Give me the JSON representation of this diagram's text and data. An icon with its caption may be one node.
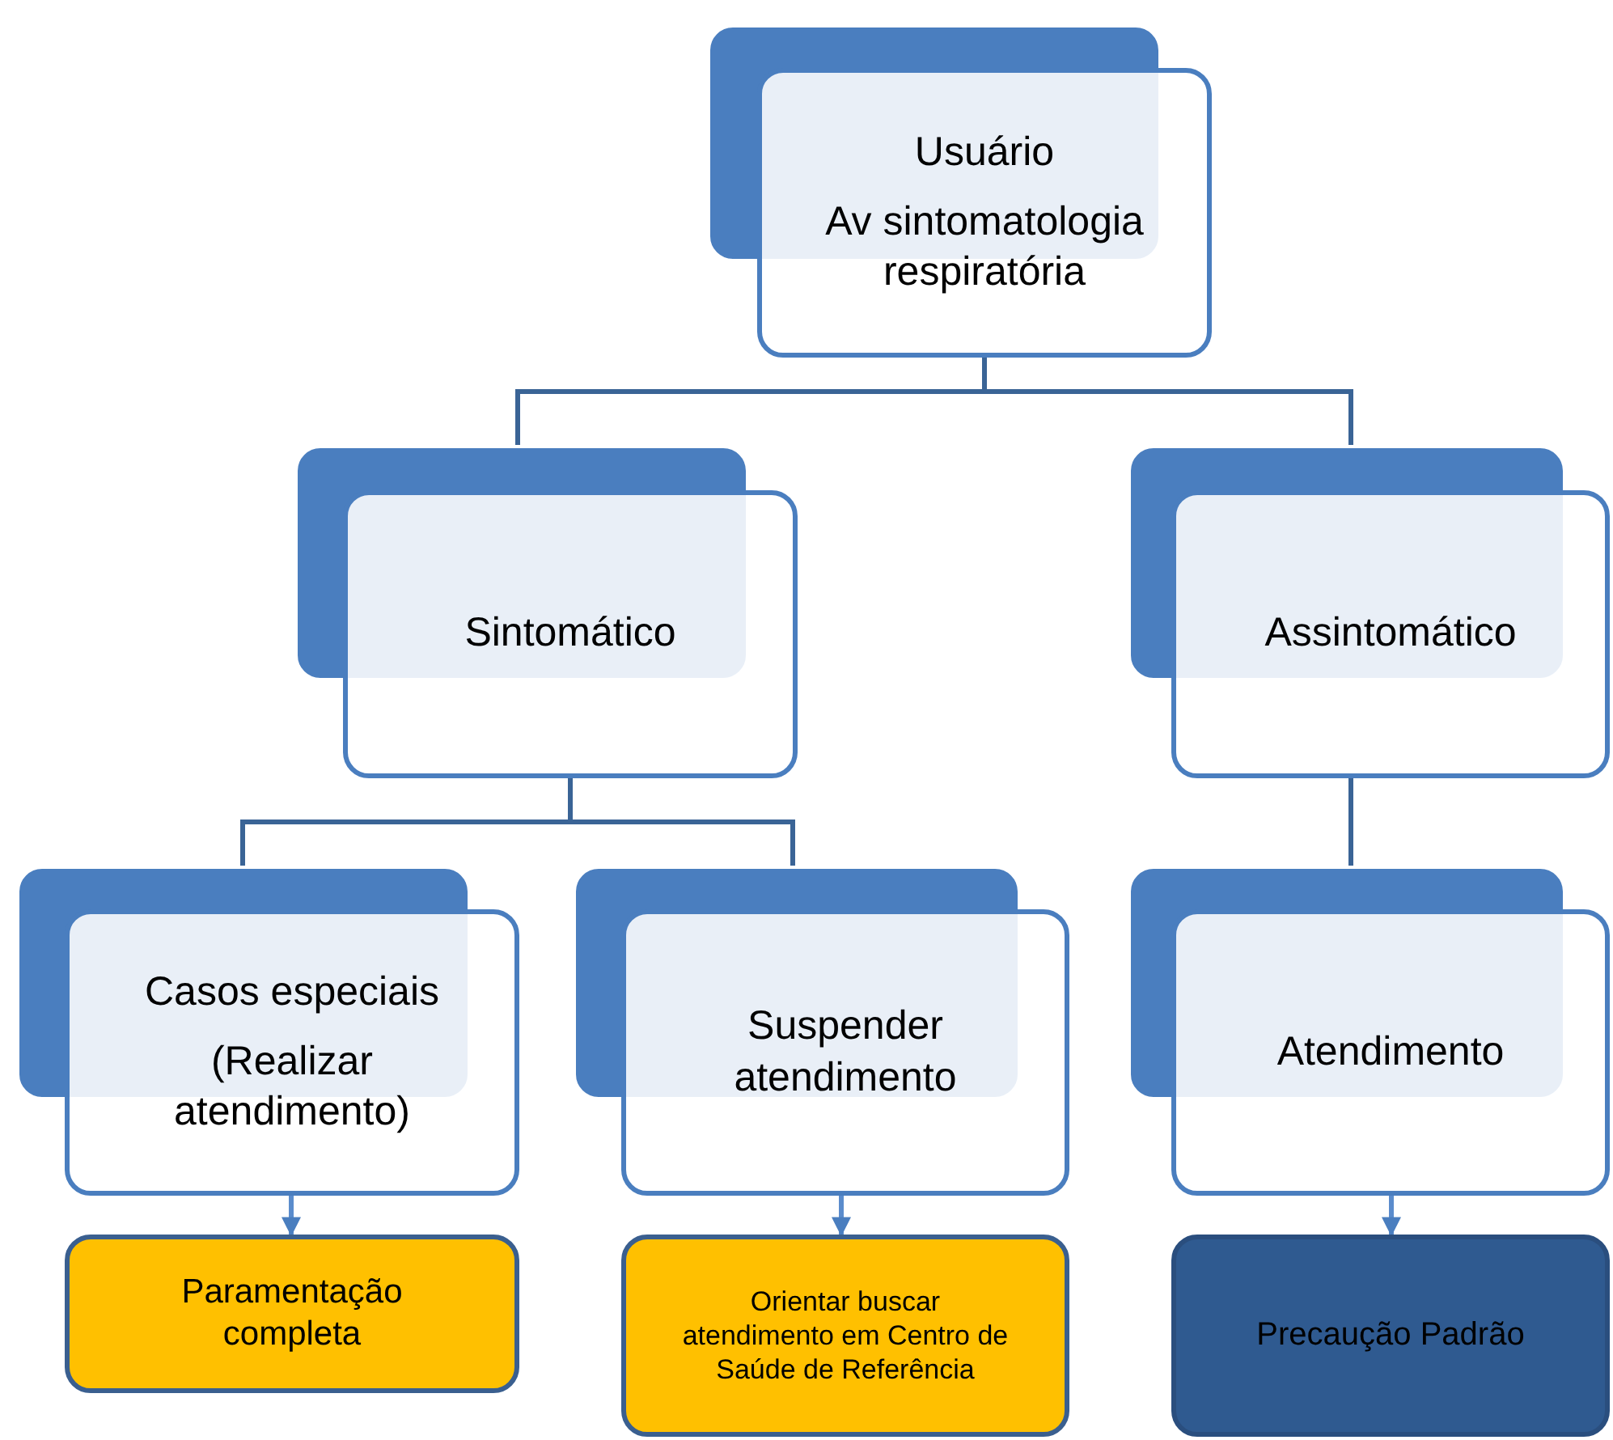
{
  "diagram": {
    "nodes": [
      {
        "text": [
          "Usuário",
          "Av sintomatologia respiratória"
        ]
      },
      {
        "text": [
          "Sintomático"
        ]
      },
      {
        "text": [
          "Assintomático"
        ]
      },
      {
        "text": [
          "Casos especiais",
          "(Realizar atendimento)"
        ]
      },
      {
        "text": [
          "Suspender atendimento"
        ]
      },
      {
        "text": [
          "Atendimento"
        ]
      },
      {
        "text": [
          "Paramentação completa"
        ]
      },
      {
        "text": [
          "Orientar buscar atendimento em Centro de Saúde de Referência"
        ]
      },
      {
        "text": [
          "Precaução Padrão"
        ]
      }
    ],
    "edges": [
      {
        "from": 0,
        "to": 1,
        "arrow": "none"
      },
      {
        "from": 0,
        "to": 2,
        "arrow": "none"
      },
      {
        "from": 1,
        "to": 3,
        "arrow": "none"
      },
      {
        "from": 1,
        "to": 4,
        "arrow": "none"
      },
      {
        "from": 2,
        "to": 5,
        "arrow": "none"
      },
      {
        "from": 3,
        "to": 6,
        "arrow": "to"
      },
      {
        "from": 4,
        "to": 7,
        "arrow": "to"
      },
      {
        "from": 5,
        "to": 8,
        "arrow": "to"
      }
    ]
  }
}
